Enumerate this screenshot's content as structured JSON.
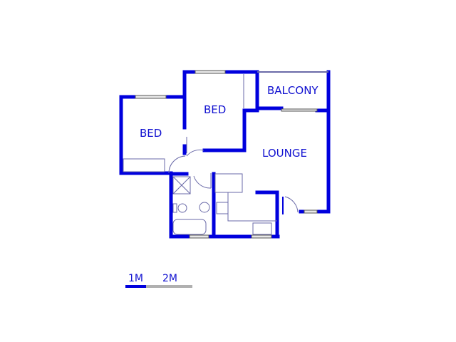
{
  "floorplan": {
    "rooms": [
      {
        "id": "bed1",
        "label": "BED"
      },
      {
        "id": "bed2",
        "label": "BED"
      },
      {
        "id": "balcony",
        "label": "BALCONY"
      },
      {
        "id": "lounge",
        "label": "LOUNGE"
      }
    ],
    "scale": {
      "mark1": "1M",
      "mark2": "2M"
    },
    "colors": {
      "wall": "#0000dd",
      "fixture": "#6a6aa8",
      "scale_gray": "#b0b0b0"
    }
  }
}
